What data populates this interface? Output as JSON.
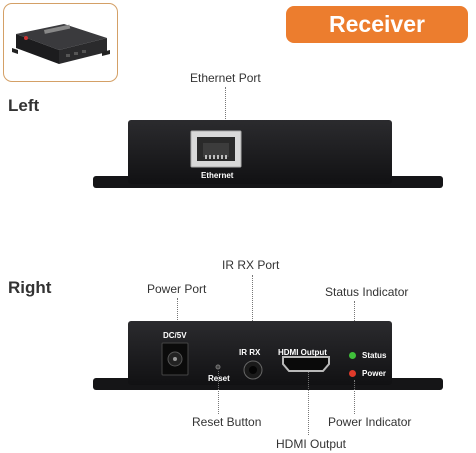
{
  "header": {
    "badge_label": "Receiver"
  },
  "colors": {
    "accent": "#ec7d2e",
    "device_body": "#1d1d1f",
    "status_led": "#3fbf3a",
    "power_led": "#e03a2a"
  },
  "left_view": {
    "side_label": "Left",
    "callout_ethernet": "Ethernet Port",
    "panel_ethernet_label": "Ethernet"
  },
  "right_view": {
    "side_label": "Right",
    "callouts": {
      "ir_rx_port": "IR RX Port",
      "power_port": "Power Port",
      "status_indicator": "Status Indicator",
      "reset_button": "Reset Button",
      "power_indicator": "Power Indicator",
      "hdmi_output": "HDMI Output"
    },
    "panel_labels": {
      "dc": "DC/5V",
      "ir_rx": "IR RX",
      "hdmi_output": "HDMI Output",
      "status": "Status",
      "power": "Power",
      "reset": "Reset"
    }
  }
}
